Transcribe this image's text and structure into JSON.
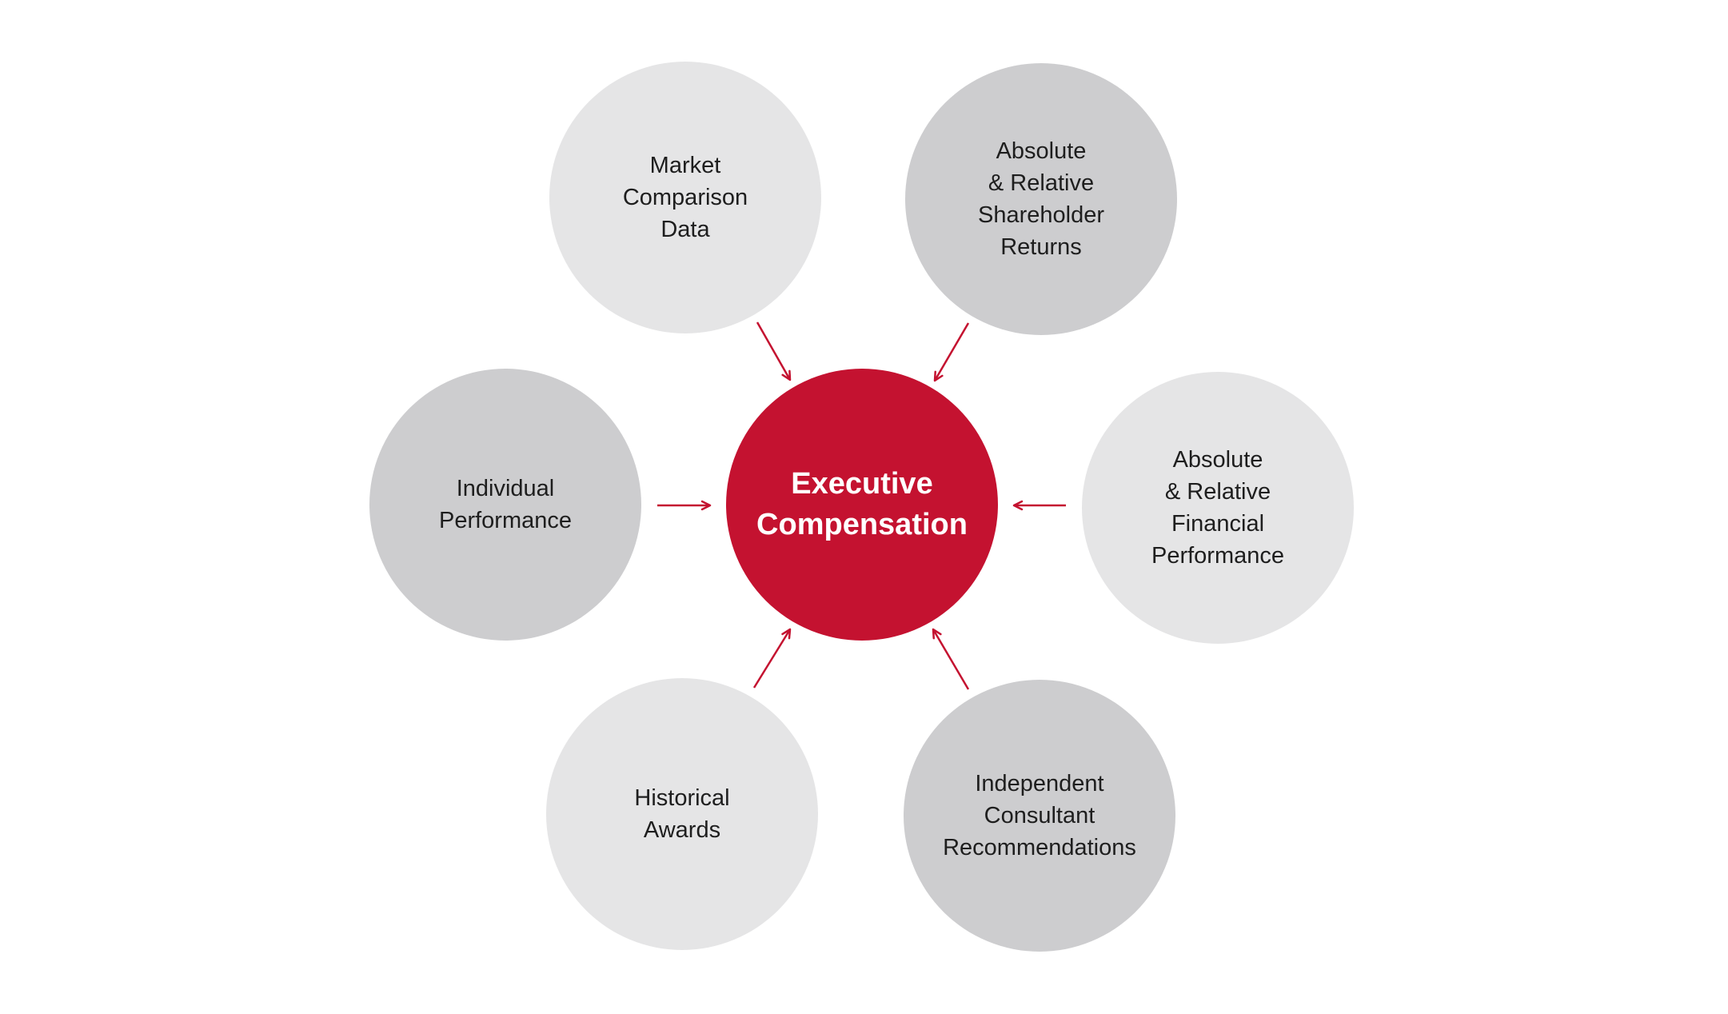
{
  "colors": {
    "accent": "#C41230",
    "node-light": "#E5E5E6",
    "node-dark": "#CDCDCF",
    "text": "#1E1E1E",
    "center-text": "#FFFFFF",
    "background": "#FFFFFF"
  },
  "diagram": {
    "center": {
      "label": "Executive\nCompensation"
    },
    "nodes": [
      {
        "id": "market-comparison-data",
        "label": "Market\nComparison\nData",
        "tone": "light"
      },
      {
        "id": "shareholder-returns",
        "label": "Absolute\n& Relative\nShareholder\nReturns",
        "tone": "dark"
      },
      {
        "id": "individual-performance",
        "label": "Individual\nPerformance",
        "tone": "dark"
      },
      {
        "id": "financial-performance",
        "label": "Absolute\n& Relative\nFinancial\nPerformance",
        "tone": "light"
      },
      {
        "id": "historical-awards",
        "label": "Historical\nAwards",
        "tone": "light"
      },
      {
        "id": "independent-consultant-recommendations",
        "label": "Independent\nConsultant\nRecommendations",
        "tone": "dark"
      }
    ]
  }
}
